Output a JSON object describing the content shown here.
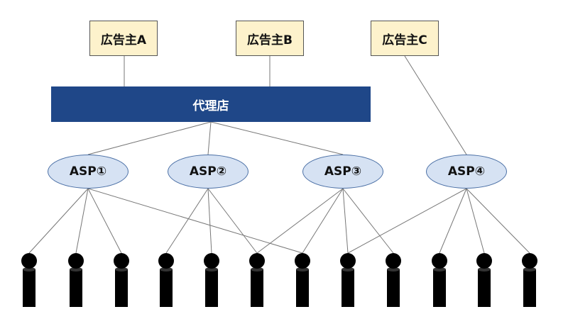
{
  "advertisers": [
    {
      "label": "広告主A"
    },
    {
      "label": "広告主B"
    },
    {
      "label": "広告主C"
    }
  ],
  "agency": {
    "label": "代理店"
  },
  "asps": [
    {
      "label": "ASP①"
    },
    {
      "label": "ASP②"
    },
    {
      "label": "ASP③"
    },
    {
      "label": "ASP④"
    }
  ],
  "colors": {
    "advertiser_fill": "#fdf2cc",
    "agency_fill": "#1f4788",
    "asp_fill": "#d6e2f3",
    "person_fill": "#000000",
    "line": "#777777"
  },
  "connections": {
    "asp_to_people": [
      [
        0,
        1,
        2,
        6
      ],
      [
        3,
        4,
        5
      ],
      [
        5,
        6,
        7,
        8
      ],
      [
        7,
        9,
        10,
        11
      ]
    ]
  }
}
